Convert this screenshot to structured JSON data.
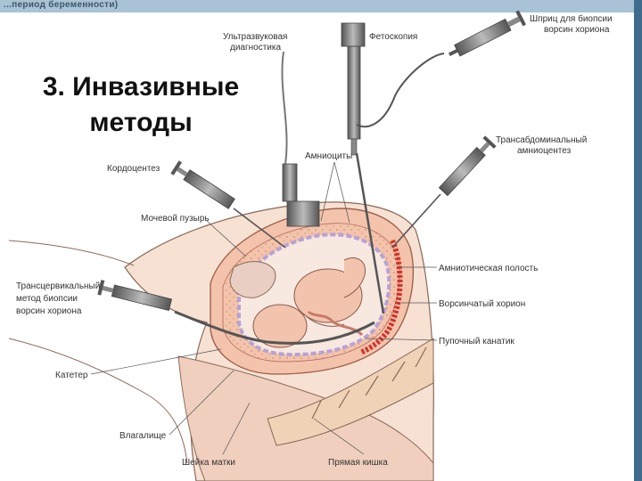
{
  "header": {
    "strip_text": "...период беременности)",
    "title_line1": "3. Инвазивные",
    "title_line2": "методы"
  },
  "labels": {
    "ultrasound_1": "Ультразвуковая",
    "ultrasound_2": "диагностика",
    "fetoscopy": "Фетоскопия",
    "syringe_chorion_1": "Шприц для биопсии",
    "syringe_chorion_2": "ворсин хориона",
    "cordocentesis": "Кордоцентез",
    "amniocytes": "Амниоциты",
    "transabd_1": "Трансабдоминальный",
    "transabd_2": "амниоцентез",
    "bladder": "Мочевой пузырь",
    "amniotic_cavity": "Амниотическая полость",
    "transcervical_1": "Трансцервикальный",
    "transcervical_2": "метод биопсии",
    "transcervical_3": "ворсин хориона",
    "villous_chorion": "Ворсинчатый хорион",
    "umbilical_cord": "Пупочный канатик",
    "catheter": "Катетер",
    "vagina": "Влагалище",
    "cervix": "Шейка матки",
    "rectum": "Прямая кишка"
  },
  "colors": {
    "skin": "#f4dccb",
    "tissue": "#eebda7",
    "uterus_wall": "#f0b9a0",
    "chorion": "#d2322a",
    "membrane": "#b7a2d6",
    "fetus": "#f2c4ae",
    "instrument": "#6f6f6f",
    "strip": "#a9c3d6",
    "right_bar": "#3f6c8d"
  }
}
